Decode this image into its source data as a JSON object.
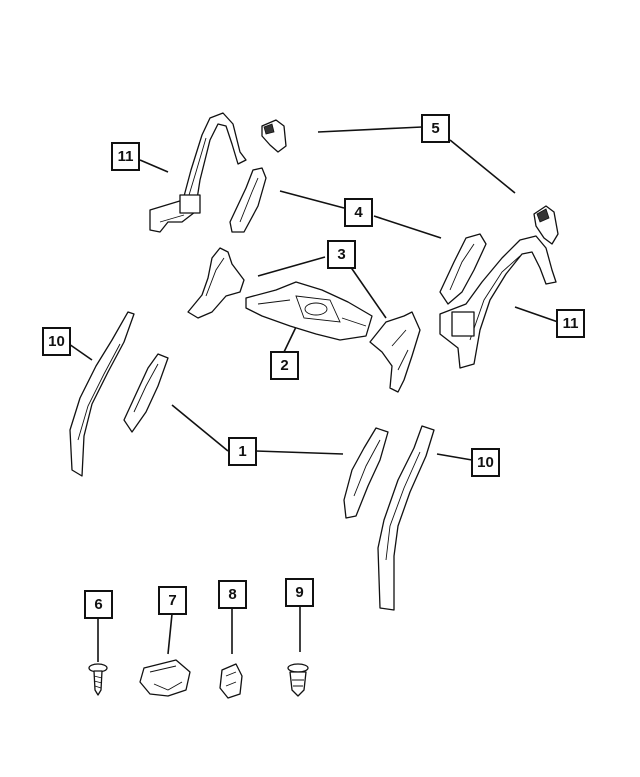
{
  "callouts": [
    {
      "id": "c1",
      "label": "1"
    },
    {
      "id": "c2",
      "label": "2"
    },
    {
      "id": "c3",
      "label": "3"
    },
    {
      "id": "c4",
      "label": "4"
    },
    {
      "id": "c5",
      "label": "5"
    },
    {
      "id": "c6",
      "label": "6"
    },
    {
      "id": "c7",
      "label": "7"
    },
    {
      "id": "c8",
      "label": "8"
    },
    {
      "id": "c9",
      "label": "9"
    },
    {
      "id": "c10a",
      "label": "10"
    },
    {
      "id": "c10b",
      "label": "10"
    },
    {
      "id": "c11a",
      "label": "11"
    },
    {
      "id": "c11b",
      "label": "11"
    }
  ]
}
